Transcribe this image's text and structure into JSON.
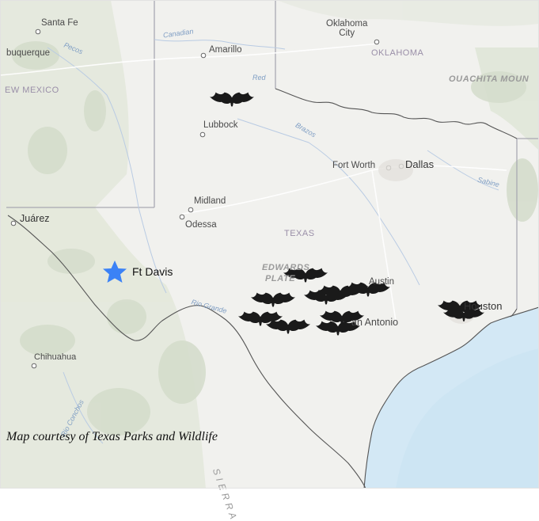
{
  "map": {
    "cities": {
      "santa_fe": "Santa Fe",
      "albuquerque": "buquerque",
      "amarillo": "Amarillo",
      "oklahoma_city": "Oklahoma\nCity",
      "lubbock": "Lubbock",
      "fort_worth": "Fort Worth",
      "dallas": "Dallas",
      "midland": "Midland",
      "odessa": "Odessa",
      "juarez": "Juárez",
      "austin": "Austin",
      "houston": "Houston",
      "san_antonio": "an Antonio",
      "chihuahua": "Chihuahua"
    },
    "states": {
      "new_mexico": "EW MEXICO",
      "oklahoma": "OKLAHOMA",
      "texas": "TEXAS"
    },
    "regions": {
      "ouachita": "OUACHITA MOUN",
      "edwards": "EDWARDS",
      "plateau": "PLATE",
      "sierra": "S I E R R A"
    },
    "rivers": {
      "canadian": "Canadian",
      "pecos": "Pecos",
      "red": "Red",
      "brazos": "Brazos",
      "sabine": "Sabine",
      "rio_grande": "Rio Grande",
      "rio_conchos": "Rio Conchos"
    },
    "marker_label": "Ft Davis",
    "caption": "Map courtesy of Texas Parks and Wildlife",
    "colors": {
      "land": "#f2f2ef",
      "water": "#d3e8f5",
      "marker": "#3b82f6",
      "bat": "#1a1a1a"
    },
    "icons": [
      "star-icon",
      "bat-icon"
    ]
  }
}
